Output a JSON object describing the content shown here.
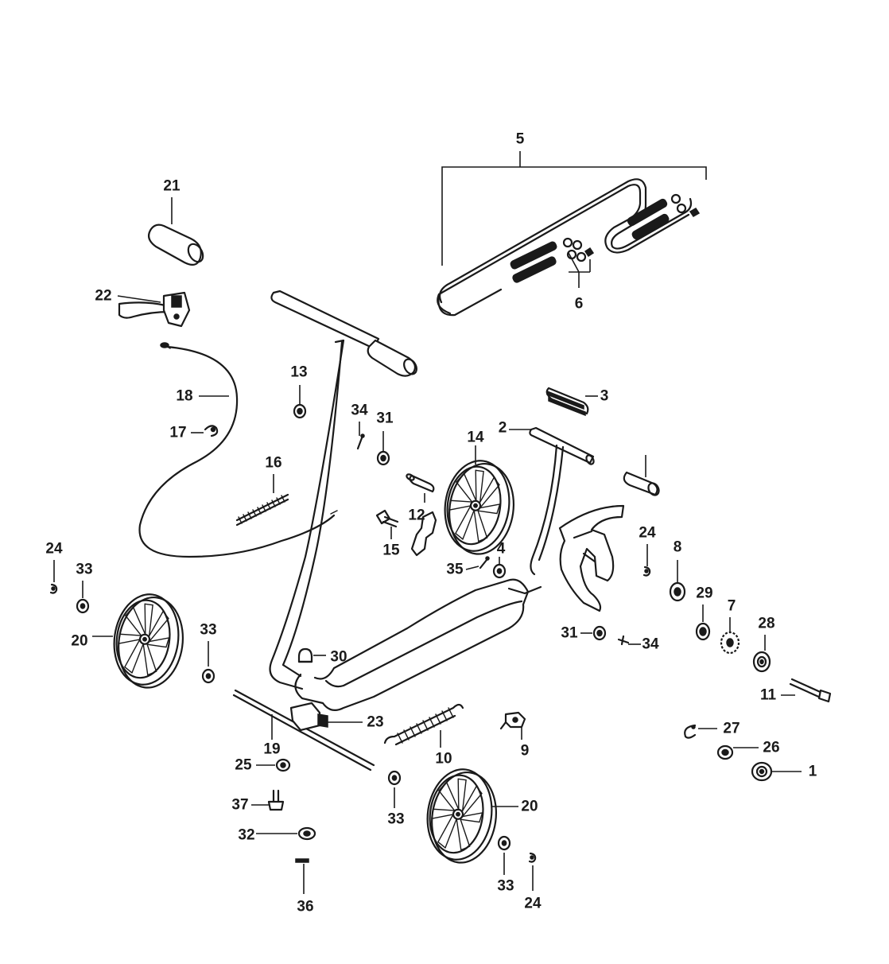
{
  "diagram": {
    "callouts": [
      {
        "id": "1",
        "label": "1"
      },
      {
        "id": "2",
        "label": "2"
      },
      {
        "id": "3",
        "label": "3"
      },
      {
        "id": "4",
        "label": "4"
      },
      {
        "id": "5",
        "label": "5"
      },
      {
        "id": "6",
        "label": "6"
      },
      {
        "id": "7",
        "label": "7"
      },
      {
        "id": "8",
        "label": "8"
      },
      {
        "id": "9",
        "label": "9"
      },
      {
        "id": "10",
        "label": "10"
      },
      {
        "id": "11",
        "label": "11"
      },
      {
        "id": "12",
        "label": "12"
      },
      {
        "id": "13",
        "label": "13"
      },
      {
        "id": "14",
        "label": "14"
      },
      {
        "id": "15",
        "label": "15"
      },
      {
        "id": "16",
        "label": "16"
      },
      {
        "id": "17",
        "label": "17"
      },
      {
        "id": "18",
        "label": "18"
      },
      {
        "id": "19",
        "label": "19"
      },
      {
        "id": "20a",
        "label": "20"
      },
      {
        "id": "20b",
        "label": "20"
      },
      {
        "id": "21",
        "label": "21"
      },
      {
        "id": "22",
        "label": "22"
      },
      {
        "id": "23",
        "label": "23"
      },
      {
        "id": "24a",
        "label": "24"
      },
      {
        "id": "24b",
        "label": "24"
      },
      {
        "id": "24c",
        "label": "24"
      },
      {
        "id": "25",
        "label": "25"
      },
      {
        "id": "26",
        "label": "26"
      },
      {
        "id": "27",
        "label": "27"
      },
      {
        "id": "28",
        "label": "28"
      },
      {
        "id": "29",
        "label": "29"
      },
      {
        "id": "30",
        "label": "30"
      },
      {
        "id": "31a",
        "label": "31"
      },
      {
        "id": "31b",
        "label": "31"
      },
      {
        "id": "32",
        "label": "32"
      },
      {
        "id": "33a",
        "label": "33"
      },
      {
        "id": "33b",
        "label": "33"
      },
      {
        "id": "33c",
        "label": "33"
      },
      {
        "id": "33d",
        "label": "33"
      },
      {
        "id": "34a",
        "label": "34"
      },
      {
        "id": "34b",
        "label": "34"
      },
      {
        "id": "35",
        "label": "35"
      },
      {
        "id": "36",
        "label": "36"
      },
      {
        "id": "37",
        "label": "37"
      }
    ]
  }
}
